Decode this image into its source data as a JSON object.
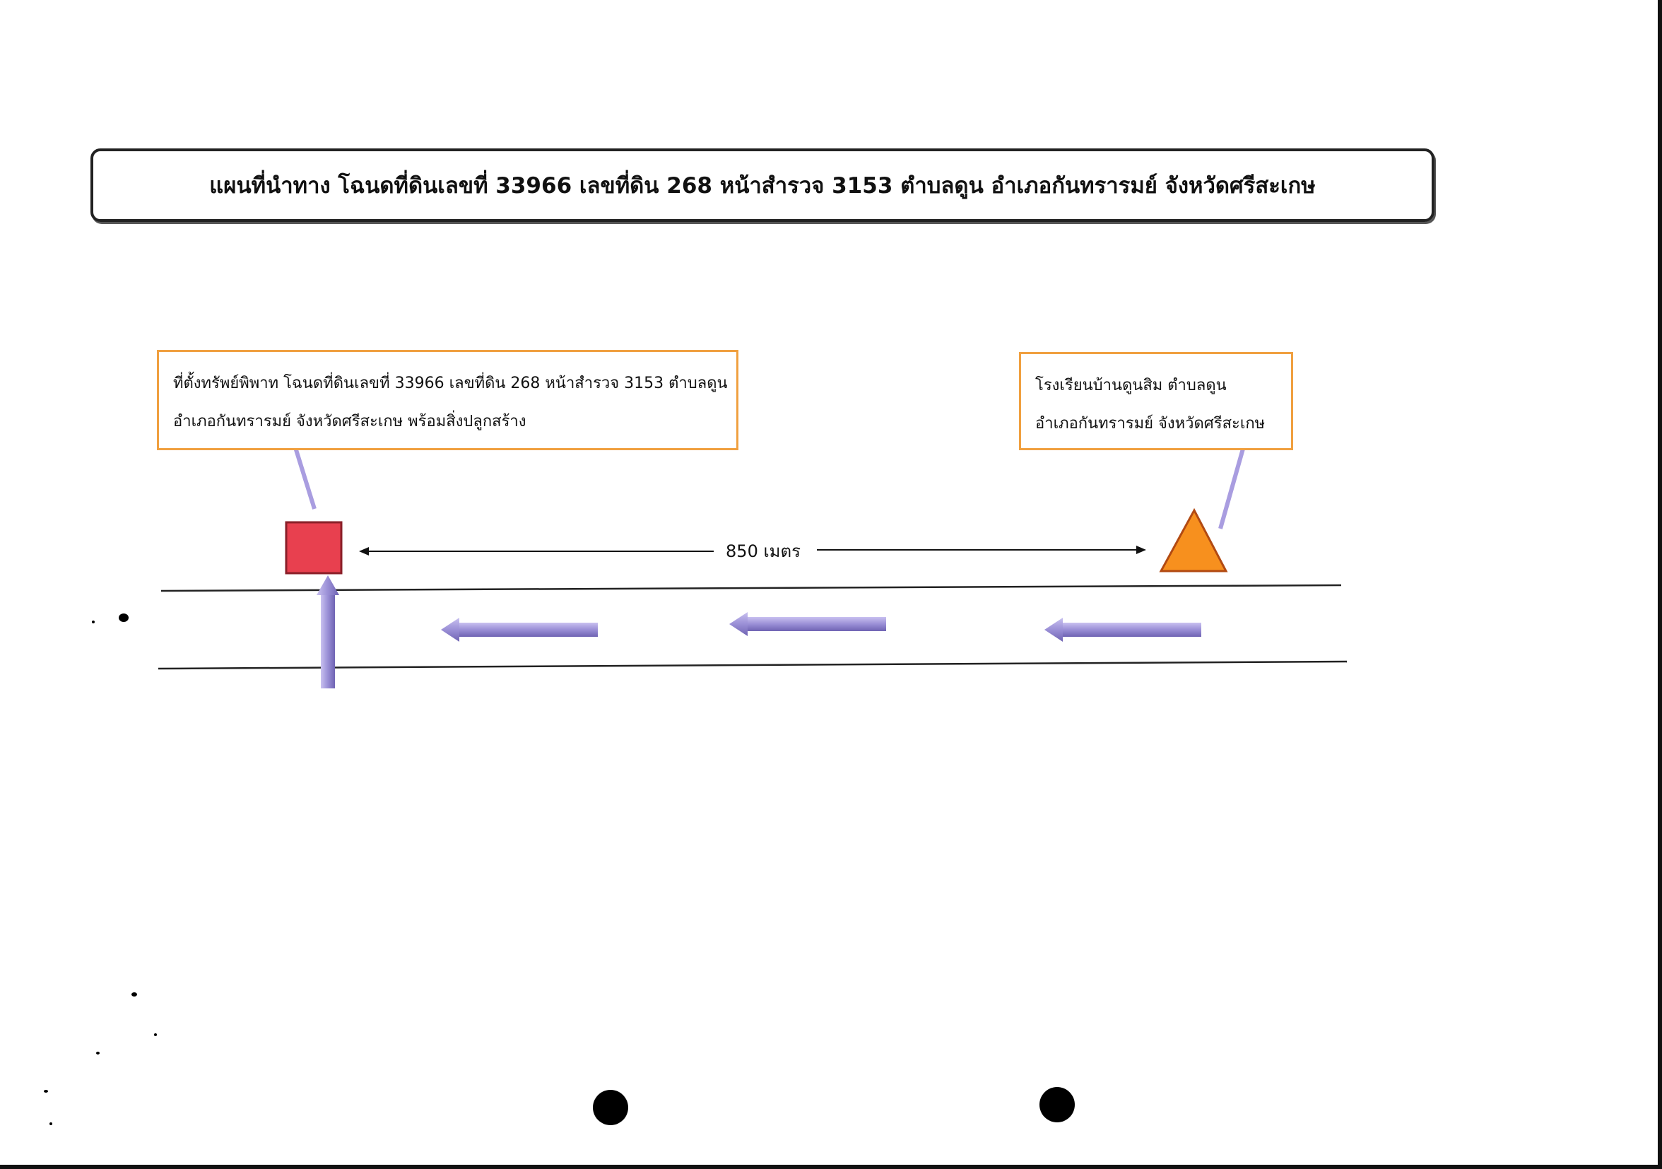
{
  "title": "แผนที่นำทาง โฉนดที่ดินเลขที่ 33966 เลขที่ดิน 268 หน้าสำรวจ 3153 ตำบลดูน อำเภอกันทรารมย์ จังหวัดศรีสะเกษ",
  "property_callout": {
    "line1": "ที่ตั้งทรัพย์พิพาท โฉนดที่ดินเลขที่ 33966 เลขที่ดิน 268 หน้าสำรวจ 3153 ตำบลดูน",
    "line2": "อำเภอกันทรารมย์ จังหวัดศรีสะเกษ พร้อมสิ่งปลูกสร้าง"
  },
  "school_callout": {
    "line1": "โรงเรียนบ้านดูนสิม ตำบลดูน",
    "line2": "อำเภอกันทรารมย์ จังหวัดศรีสะเกษ"
  },
  "distance": "850 เมตร",
  "colors": {
    "property_marker": "#e8404f",
    "school_marker": "#f7901e",
    "callout_border": "#f0a040",
    "road_arrow": "#9a8fd6",
    "pointer": "#a99de0"
  },
  "icons": {
    "property_marker": "red-square-icon",
    "school_marker": "orange-triangle-icon",
    "direction": "left-arrow-icon",
    "entrance": "up-arrow-icon"
  }
}
